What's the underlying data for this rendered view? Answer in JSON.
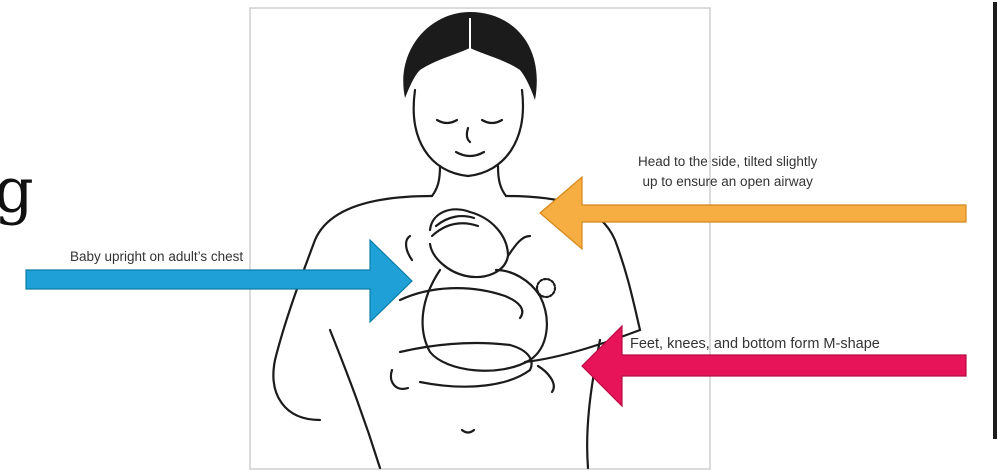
{
  "slide": {
    "heading_fragment": "g"
  },
  "annotations": {
    "baby_position": "Baby upright on adult’s chest",
    "head_line1": "Head to the side, tilted slightly",
    "head_line2": "up to ensure an open airway",
    "feet": "Feet, knees, and bottom form M-shape"
  },
  "arrows": {
    "baby_color": "#1fa0d6",
    "head_color": "#f6ae42",
    "feet_color": "#e8145a"
  }
}
